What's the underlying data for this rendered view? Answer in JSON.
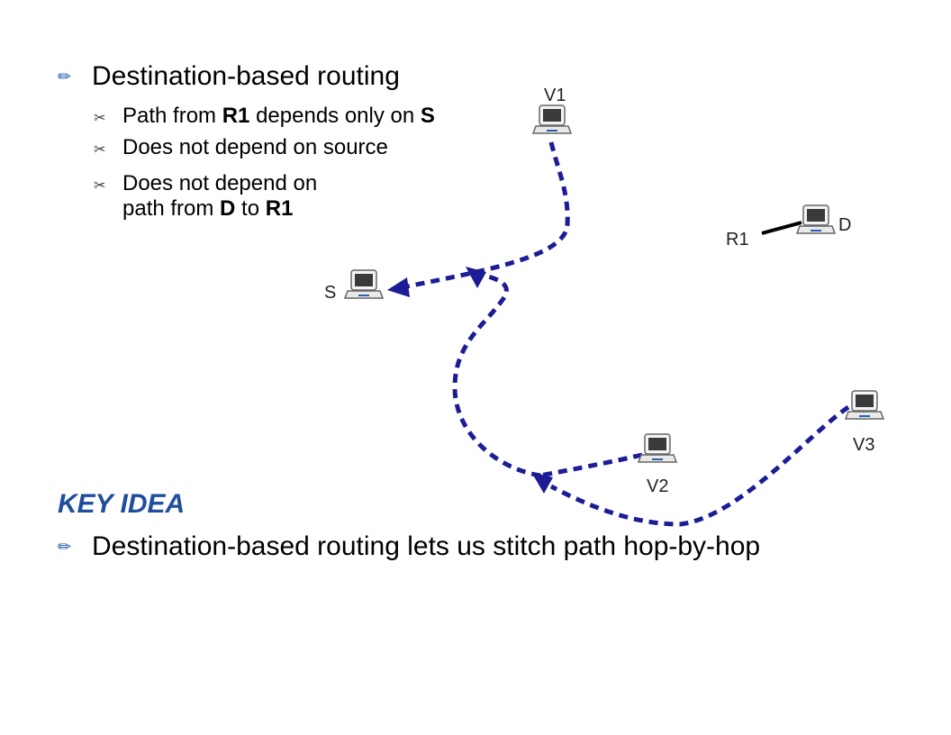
{
  "bullets": {
    "main": "Destination-based routing",
    "sub": [
      {
        "pre": "Path from ",
        "b1": "R1",
        "mid": " depends only on ",
        "b2": "S",
        "post": ""
      },
      {
        "pre": "Does not depend on source",
        "b1": "",
        "mid": "",
        "b2": "",
        "post": ""
      },
      {
        "pre": "Does not depend on",
        "line2_pre": "path from ",
        "b1": "D",
        "mid": " to ",
        "b2": "R1"
      }
    ]
  },
  "key_idea": {
    "heading": "KEY IDEA",
    "bullet": "Destination-based routing lets us stitch path hop-by-hop"
  },
  "diagram": {
    "nodes": {
      "V1": "V1",
      "S": "S",
      "R1": "R1",
      "D": "D",
      "V2": "V2",
      "V3": "V3"
    },
    "colors": {
      "path": "#1c1c96",
      "link": "#000000"
    }
  }
}
